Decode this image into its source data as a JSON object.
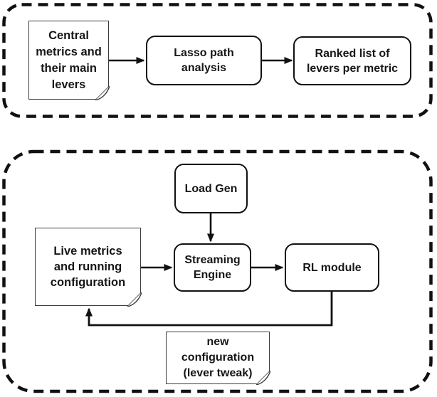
{
  "figure": {
    "top_flow": {
      "input_note": {
        "label": "Central\nmetrics and\ntheir main\nlevers"
      },
      "lasso_box": {
        "label": "Lasso path\nanalysis"
      },
      "ranked_box": {
        "label": "Ranked list of\nlevers per metric"
      }
    },
    "bottom_flow": {
      "load_gen_box": {
        "label": "Load Gen"
      },
      "live_metrics_note": {
        "label": "Live metrics\nand running\nconfiguration"
      },
      "streaming_box": {
        "label": "Streaming\nEngine"
      },
      "rl_module_box": {
        "label": "RL module"
      },
      "new_config_note": {
        "label": "new\nconfiguration\n(lever tweak)"
      }
    },
    "colors": {
      "line": "#111111",
      "note_border": "#3d3d3d",
      "text": "#161616",
      "background": "#ffffff"
    }
  }
}
